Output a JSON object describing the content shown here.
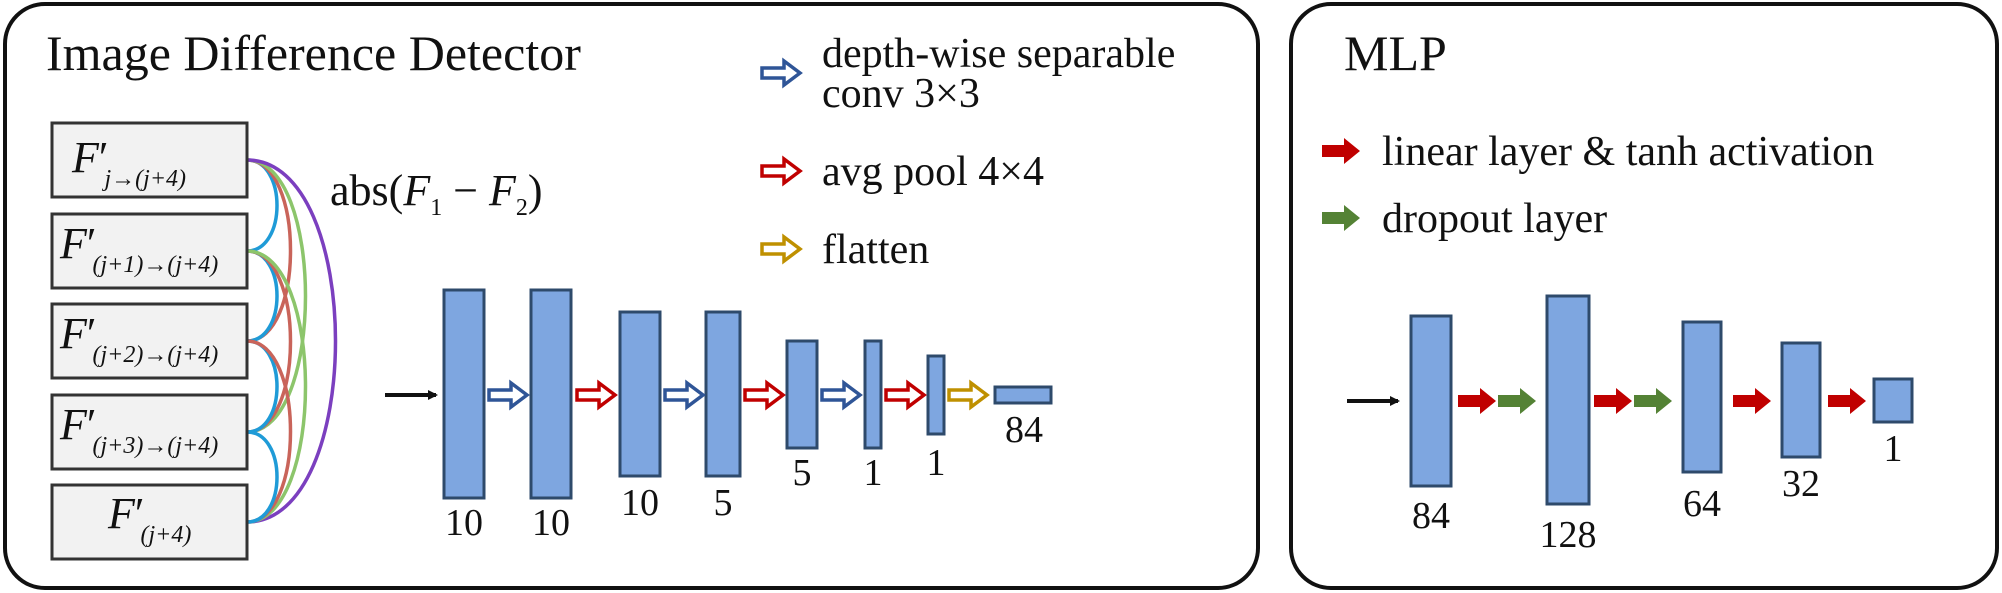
{
  "left_panel": {
    "title": "Image Difference Detector",
    "legend": [
      {
        "label_lines": [
          "depth-wise separable",
          "conv 3×3"
        ],
        "arrow": "hollow",
        "color": "#2f5597",
        "icon": "hollow-arrow-icon"
      },
      {
        "label_lines": [
          "avg pool 4×4"
        ],
        "arrow": "hollow",
        "color": "#c00000",
        "icon": "hollow-arrow-icon"
      },
      {
        "label_lines": [
          "flatten"
        ],
        "arrow": "hollow",
        "color": "#bf9000",
        "icon": "hollow-arrow-icon"
      }
    ],
    "inputs": [
      {
        "base": "F",
        "prime": "′",
        "sub": "j→(j+4)"
      },
      {
        "base": "F",
        "prime": "′",
        "sub": "(j+1)→(j+4)"
      },
      {
        "base": "F",
        "prime": "′",
        "sub": "(j+2)→(j+4)"
      },
      {
        "base": "F",
        "prime": "′",
        "sub": "(j+3)→(j+4)"
      },
      {
        "base": "F",
        "prime": "′",
        "sub": "(j+4)"
      }
    ],
    "pair_formula": {
      "prefix": "abs(",
      "a": "F",
      "a_sub": "1",
      "minus": " − ",
      "b": "F",
      "b_sub": "2",
      "suffix": ")"
    },
    "layers": [
      {
        "label": "10"
      },
      {
        "label": "10"
      },
      {
        "label": "10"
      },
      {
        "label": "5"
      },
      {
        "label": "5"
      },
      {
        "label": "1"
      },
      {
        "label": "1"
      },
      {
        "label": "84"
      }
    ],
    "transitions": [
      "input",
      "conv",
      "pool",
      "conv",
      "pool",
      "conv",
      "pool",
      "flatten"
    ]
  },
  "right_panel": {
    "title": "MLP",
    "legend": [
      {
        "label": "linear layer & tanh activation",
        "color": "#c00000",
        "icon": "solid-arrow-icon"
      },
      {
        "label": "dropout layer",
        "color": "#548235",
        "icon": "solid-arrow-icon"
      }
    ],
    "layers": [
      {
        "label": "84"
      },
      {
        "label": "128"
      },
      {
        "label": "64"
      },
      {
        "label": "32"
      },
      {
        "label": "1"
      }
    ],
    "transitions": [
      "input",
      "linear+dropout",
      "linear+dropout",
      "linear",
      "linear"
    ]
  },
  "colors": {
    "layer_fill": "#7ea6e0",
    "layer_stroke": "#2e4a6b",
    "input_box_fill": "#f2f2f2",
    "conv_arrow": "#2f5597",
    "pool_arrow": "#c00000",
    "flatten_arrow": "#bf9000",
    "linear_arrow": "#c00000",
    "dropout_arrow": "#548235",
    "curve_blue": "#1f9bd7",
    "curve_red": "#c9645a",
    "curve_green": "#8cc56b",
    "curve_purple": "#7b3fbf"
  }
}
